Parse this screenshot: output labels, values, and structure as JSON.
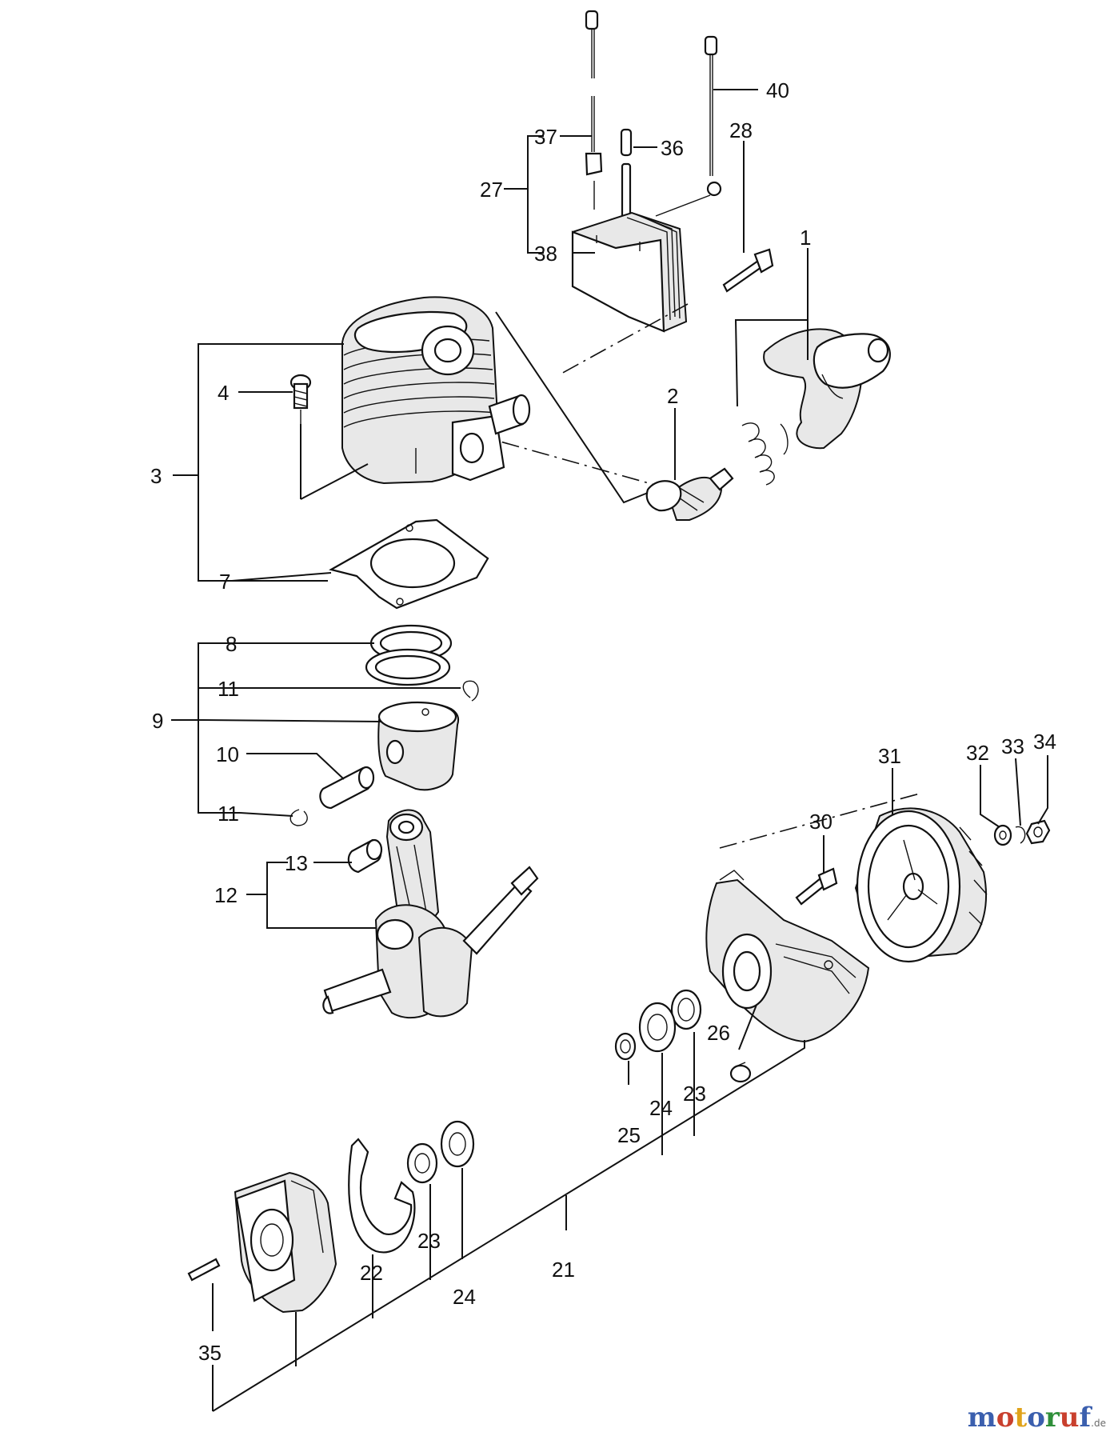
{
  "watermark": {
    "letters": [
      "m",
      "o",
      "t",
      "o",
      "r",
      "u",
      "f"
    ],
    "colors": [
      "#3b5fae",
      "#c9402e",
      "#e0a21a",
      "#3b5fae",
      "#2f8f3a",
      "#c9402e",
      "#3b5fae"
    ],
    "suffix": ".de"
  },
  "labels": {
    "p1": "1",
    "p2": "2",
    "p3": "3",
    "p4": "4",
    "p7": "7",
    "p8": "8",
    "p9": "9",
    "p10": "10",
    "p11a": "11",
    "p11b": "11",
    "p12": "12",
    "p13": "13",
    "p21": "21",
    "p22": "22",
    "p23a": "23",
    "p23b": "23",
    "p24a": "24",
    "p24b": "24",
    "p25": "25",
    "p26": "26",
    "p27": "27",
    "p28": "28",
    "p30": "30",
    "p31": "31",
    "p32": "32",
    "p33": "33",
    "p34": "34",
    "p35": "35",
    "p36": "36",
    "p37": "37",
    "p38": "38",
    "p40": "40"
  },
  "icons": {
    "cylinder": "cylinder-icon",
    "muffler": "muffler-icon",
    "spark_plug": "spark-plug-icon",
    "piston": "piston-icon",
    "crankshaft": "crankshaft-icon",
    "flywheel": "flywheel-icon"
  }
}
